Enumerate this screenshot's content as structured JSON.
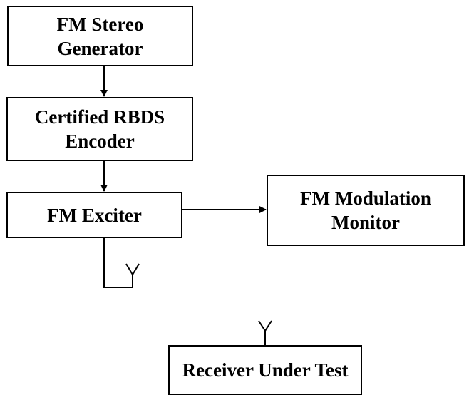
{
  "diagram": {
    "blocks": [
      {
        "id": "stereo",
        "label": "FM Stereo\nGenerator"
      },
      {
        "id": "rbds",
        "label": "Certified RBDS\nEncoder"
      },
      {
        "id": "exciter",
        "label": "FM Exciter"
      },
      {
        "id": "modmon",
        "label": "FM Modulation\nMonitor"
      },
      {
        "id": "receiver",
        "label": "Receiver Under Test"
      }
    ],
    "connections": [
      {
        "from": "stereo",
        "to": "rbds"
      },
      {
        "from": "rbds",
        "to": "exciter"
      },
      {
        "from": "exciter",
        "to": "modmon"
      }
    ],
    "antennas": [
      {
        "attached_to": "exciter"
      },
      {
        "attached_to": "receiver"
      }
    ],
    "line_color": "#000000"
  }
}
